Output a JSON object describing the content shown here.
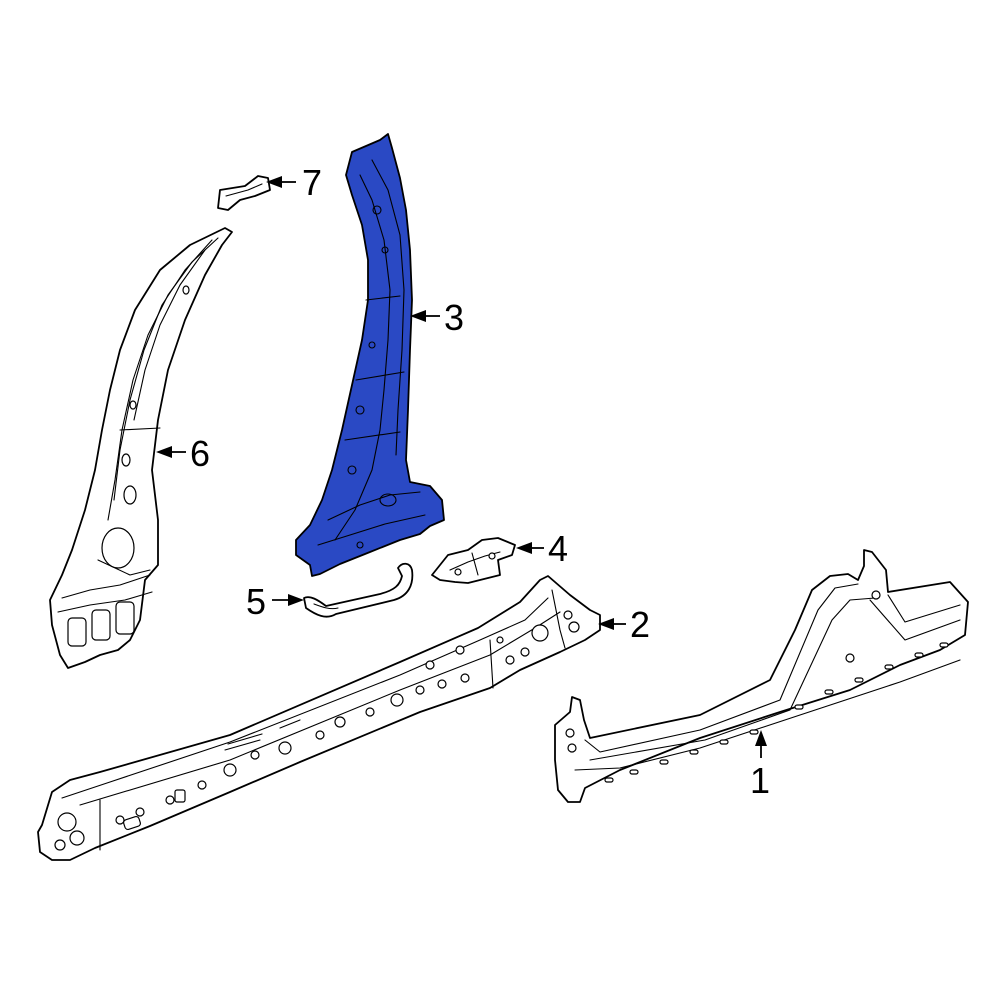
{
  "diagram": {
    "highlight_color": "#2a49c4",
    "callouts": [
      {
        "id": "1",
        "label": "1",
        "part": "outer-rocker-panel"
      },
      {
        "id": "2",
        "label": "2",
        "part": "inner-rocker-panel"
      },
      {
        "id": "3",
        "label": "3",
        "part": "center-pillar-reinforcement"
      },
      {
        "id": "4",
        "label": "4",
        "part": "pillar-bracket"
      },
      {
        "id": "5",
        "label": "5",
        "part": "hose"
      },
      {
        "id": "6",
        "label": "6",
        "part": "front-pillar"
      },
      {
        "id": "7",
        "label": "7",
        "part": "small-bracket"
      }
    ]
  }
}
